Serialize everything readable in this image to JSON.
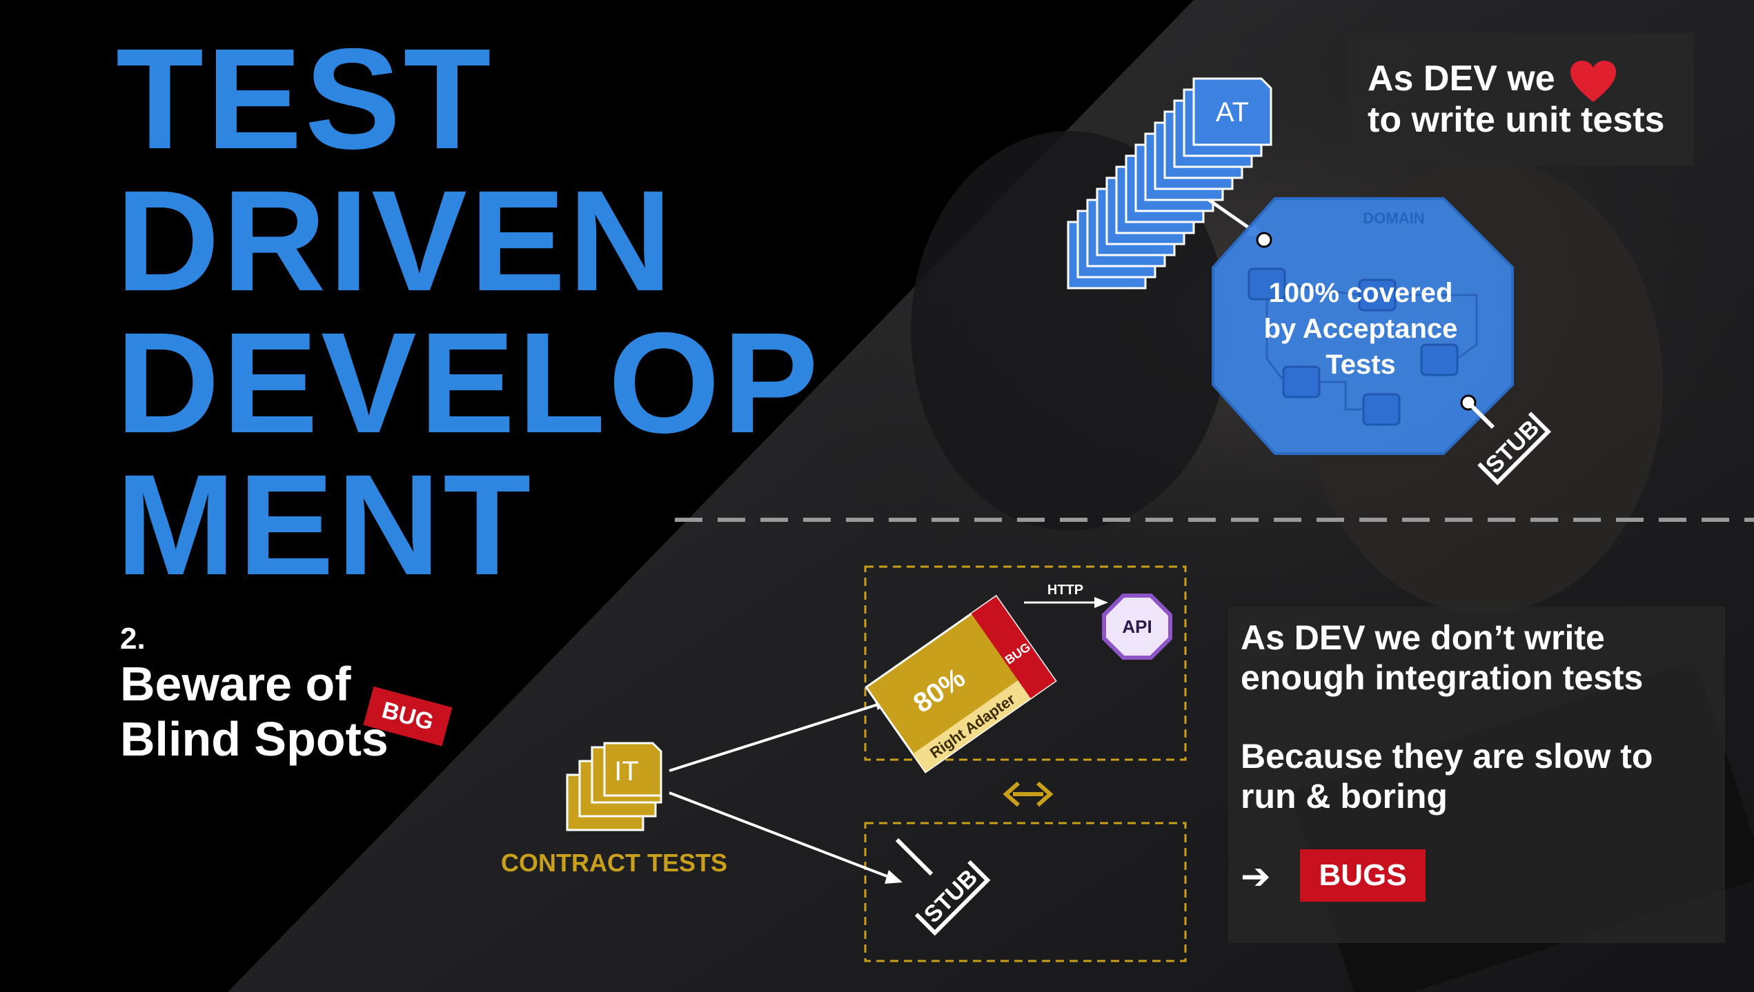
{
  "title": {
    "lines": [
      "TEST",
      "DRIVEN",
      "DEVELOP",
      "MENT"
    ]
  },
  "subtitle": {
    "number": "2.",
    "line1": "Beware of",
    "line2": "Blind Spots",
    "bug_tag": "BUG"
  },
  "top_note": {
    "line1": "As DEV we",
    "line2": "to write unit tests",
    "heart_icon": "heart-icon"
  },
  "acceptance": {
    "at_label": "AT",
    "domain_label": "DOMAIN",
    "coverage_line1": "100% covered",
    "coverage_line2": "by Acceptance",
    "coverage_line3": "Tests",
    "stub_label": "STUB"
  },
  "integration": {
    "it_label": "IT",
    "contract_label": "CONTRACT TESTS",
    "adapter_percent": "80%",
    "adapter_label": "Right Adapter",
    "adapter_bug": "BUG",
    "http_label": "HTTP",
    "api_label": "API",
    "stub_label": "STUB"
  },
  "bottom_note": {
    "line1": "As DEV we don’t write",
    "line2": "enough integration tests",
    "line3": "Because they are slow to",
    "line4": "run & boring",
    "arrow": "➔",
    "bugs": "BUGS"
  },
  "colors": {
    "title_blue": "#2f86e0",
    "domain_blue": "#3d82e0",
    "gold": "#c9a01c",
    "bug_red": "#c8101e",
    "api_purple": "#8e55c8"
  }
}
